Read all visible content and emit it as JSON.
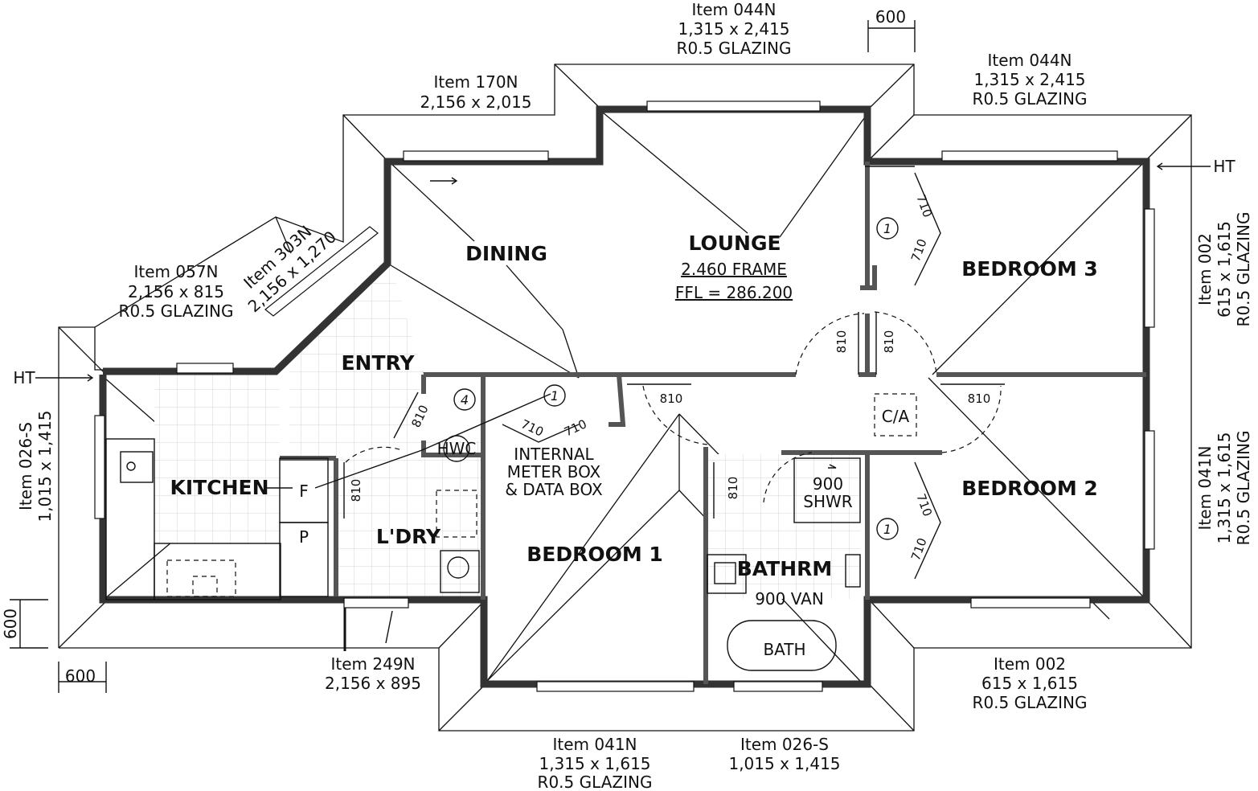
{
  "rooms": {
    "dining": "DINING",
    "lounge": "LOUNGE",
    "lounge_frame": "2.460 FRAME",
    "lounge_ffl": "FFL = 286.200",
    "bedroom3": "BEDROOM 3",
    "bedroom2": "BEDROOM 2",
    "bedroom1": "BEDROOM 1",
    "entry": "ENTRY",
    "kitchen": "KITCHEN",
    "laundry": "L'DRY",
    "bathroom": "BATHRM",
    "vanity": "900 VAN",
    "bath": "BATH",
    "shower_size": "900",
    "shower": "SHWR",
    "hwc": "HWC",
    "ca": "C/A",
    "meter_line1": "INTERNAL",
    "meter_line2": "METER BOX",
    "meter_line3": "& DATA BOX",
    "fridge": "F",
    "pantry": "P"
  },
  "tags": {
    "one": "1",
    "four": "4",
    "ht": "HT"
  },
  "dims": {
    "d600": "600",
    "d710": "710",
    "d810": "810"
  },
  "windows": {
    "top_lounge": [
      "Item 044N",
      "1,315 x 2,415",
      "R0.5 GLAZING"
    ],
    "top_right": [
      "Item 044N",
      "1,315 x 2,415",
      "R0.5 GLAZING"
    ],
    "dining": [
      "Item 170N",
      "2,156 x 2,015"
    ],
    "entry_diag": [
      "Item 303N",
      "2,156 x 1,270"
    ],
    "kitchen_top": [
      "Item 057N",
      "2,156 x 815",
      "R0.5 GLAZING"
    ],
    "kitchen_left": [
      "Item 026-S",
      "1,015 x 1,415"
    ],
    "right_top": [
      "Item 002",
      "615 x 1,615",
      "R0.5 GLAZING"
    ],
    "right_bottom": [
      "Item 041N",
      "1,315 x 1,615",
      "R0.5 GLAZING"
    ],
    "laundry_bottom": [
      "Item 249N",
      "2,156 x 895"
    ],
    "bed2_bottom": [
      "Item 002",
      "615 x 1,615",
      "R0.5 GLAZING"
    ],
    "bed1_bottom": [
      "Item 041N",
      "1,315 x 1,615",
      "R0.5 GLAZING"
    ],
    "bath_bottom": [
      "Item 026-S",
      "1,015 x 1,415"
    ]
  }
}
